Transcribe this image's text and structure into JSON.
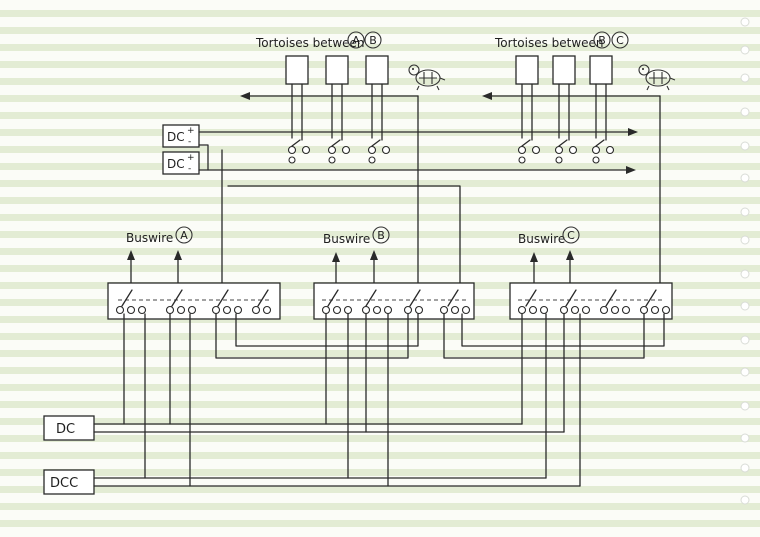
{
  "headers": {
    "left": "Tortoises between",
    "left_letters": [
      "A",
      "B"
    ],
    "right": "Tortoises between",
    "right_letters": [
      "B",
      "C"
    ]
  },
  "buswires": [
    {
      "label": "Buswire",
      "letter": "A"
    },
    {
      "label": "Buswire",
      "letter": "B"
    },
    {
      "label": "Buswire",
      "letter": "C"
    }
  ],
  "dc_small": [
    {
      "text": "DC",
      "plus": "+",
      "minus": "-"
    },
    {
      "text": "DC",
      "plus": "+",
      "minus": "-"
    }
  ],
  "sources": {
    "dc": "DC",
    "dcc": "DCC"
  },
  "colors": {
    "ink": "#2a2a2a",
    "paper": "#fbfcf7",
    "stripe": "#e3ecd4"
  },
  "icons": [
    "tortoise-icon",
    "tortoise-icon"
  ]
}
